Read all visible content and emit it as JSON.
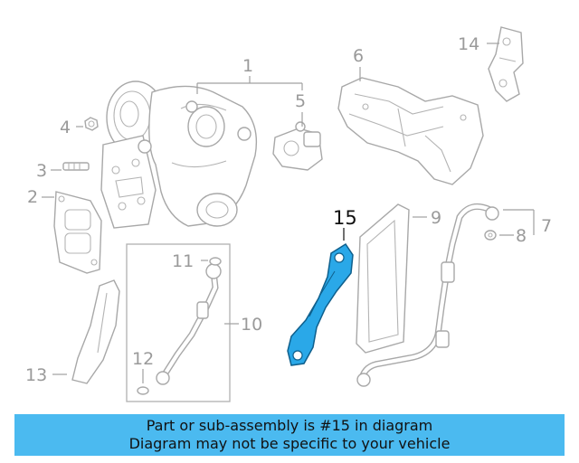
{
  "diagram": {
    "callouts": [
      "1",
      "2",
      "3",
      "4",
      "5",
      "6",
      "7",
      "8",
      "9",
      "10",
      "11",
      "12",
      "13",
      "14",
      "15"
    ],
    "highlight_callout": "15",
    "highlight_color": "#2aa8e8"
  },
  "banner": {
    "line1": "Part or sub-assembly is #15 in diagram",
    "line2": "Diagram may not be specific to your vehicle",
    "color": "#4bbaf0"
  }
}
